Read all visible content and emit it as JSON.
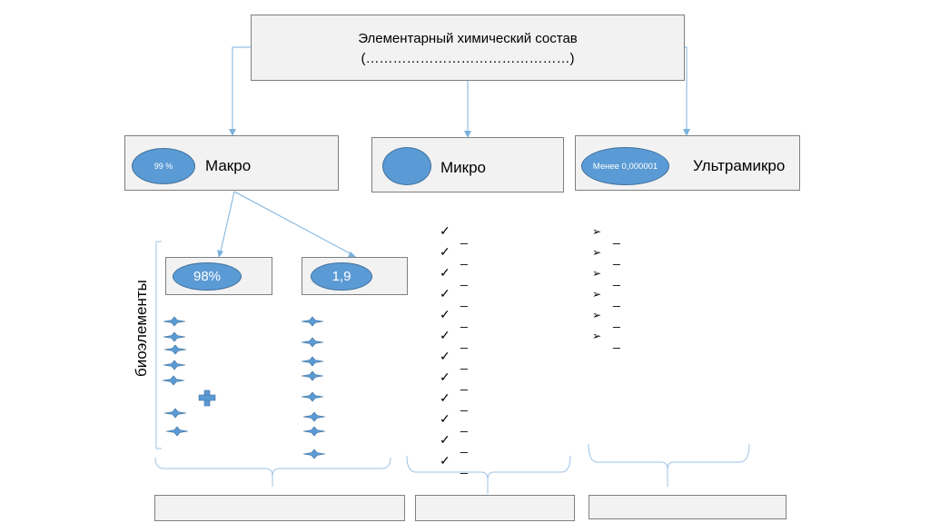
{
  "root": {
    "title": "Элементарный химический состав",
    "subtitle": "(………………………………………)"
  },
  "groups": {
    "macro": {
      "label": "Макро",
      "badge": "99 %"
    },
    "micro": {
      "label": "Микро",
      "badge": ""
    },
    "ultra": {
      "label": "Ультрамикро",
      "badge": "Менее 0,000001"
    }
  },
  "macro_split": {
    "left_badge": "98%",
    "right_badge": "1,9"
  },
  "side_label": "биоэлементы",
  "dash": "_",
  "colors": {
    "shape_fill": "#5b9bd5",
    "shape_border": "#41719c",
    "line": "#7bb2dd",
    "box_border": "#7f7f7f",
    "box_fill": "#f2f2f2"
  },
  "icons": {
    "star": "star-icon",
    "plus": "plus-icon",
    "check": "check-icon",
    "arrow": "arrow-bullet-icon"
  }
}
